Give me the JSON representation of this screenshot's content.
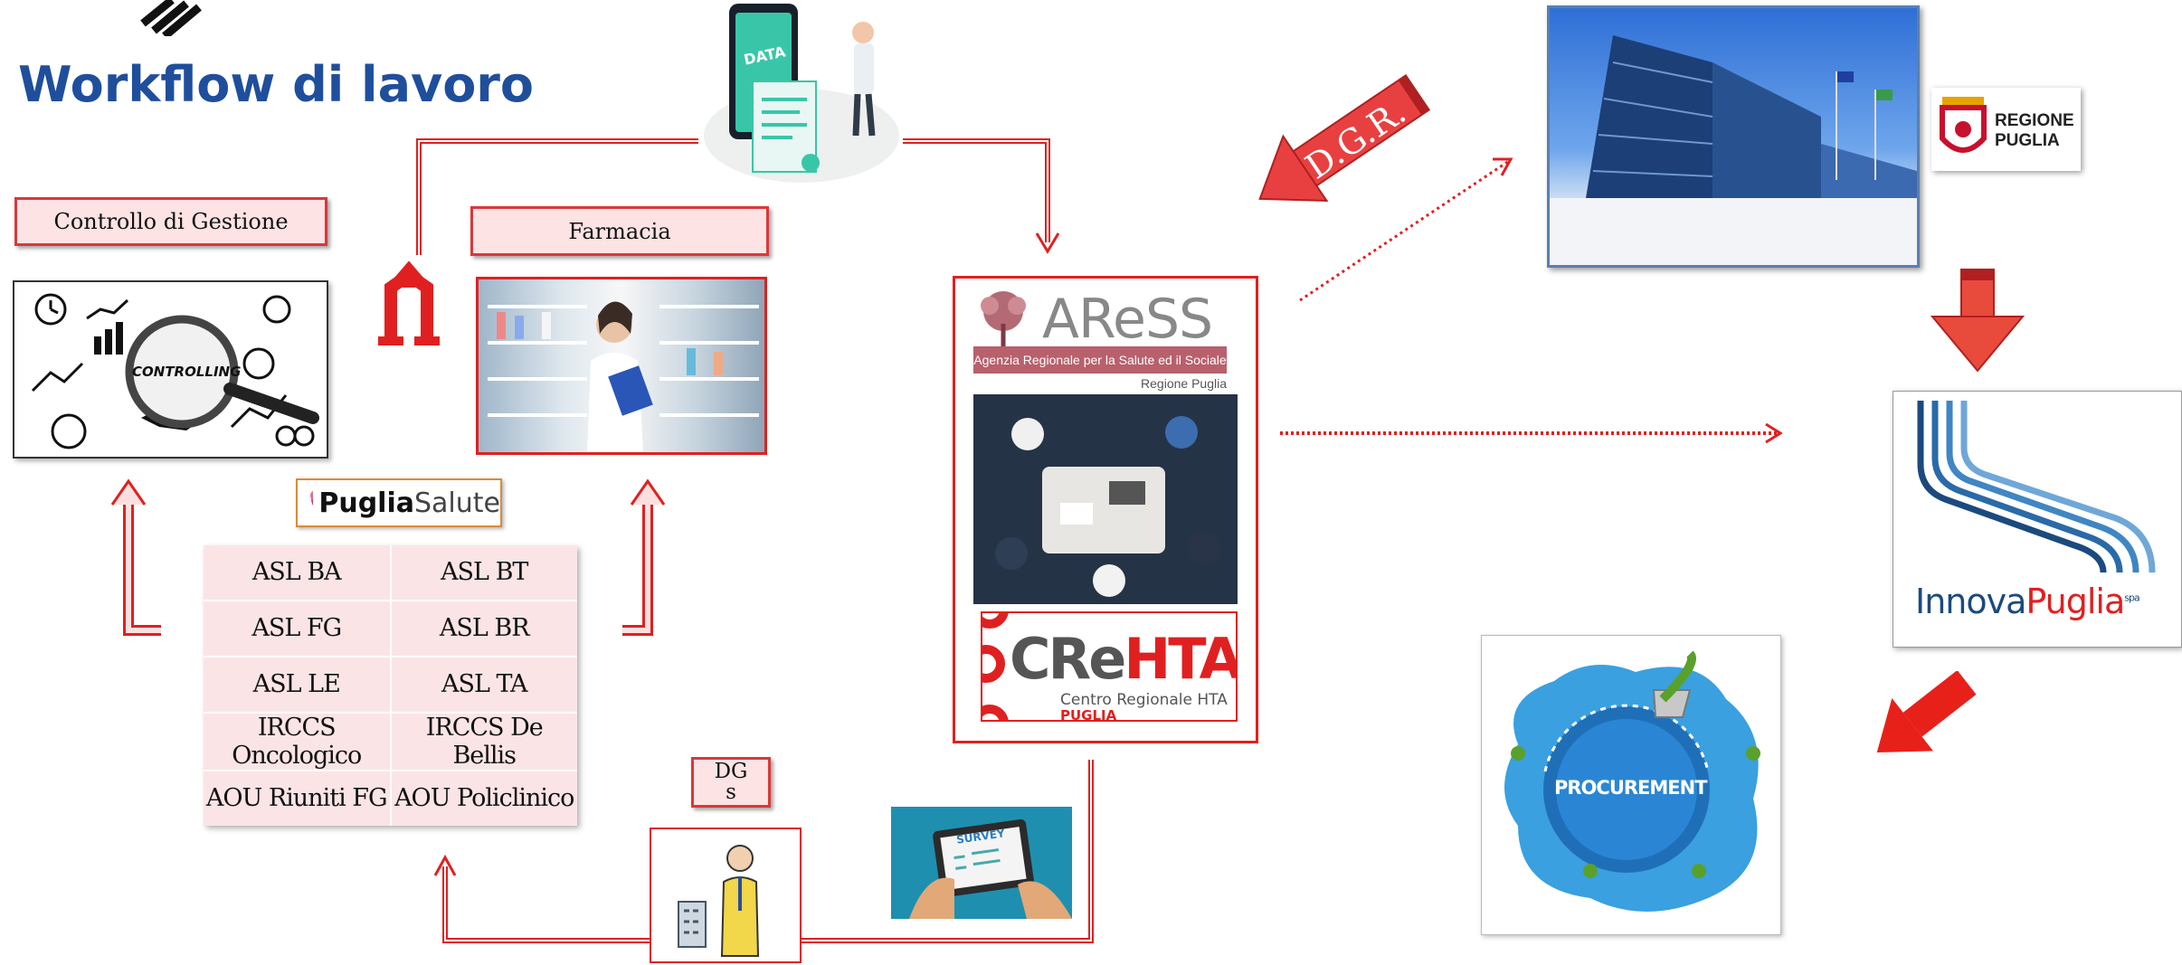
{
  "title": "Workflow di lavoro",
  "labels": {
    "controllo": "Controllo di Gestione",
    "farmacia": "Farmacia",
    "dgs": "DG s"
  },
  "images": {
    "data_tag": "DATA",
    "controlling": "CONTROLLING",
    "survey": "SURVEY"
  },
  "pugliasalute": {
    "bold": "Puglia",
    "light": "Salute"
  },
  "asl_grid": [
    [
      "ASL BA",
      "ASL BT"
    ],
    [
      "ASL FG",
      "ASL BR"
    ],
    [
      "ASL LE",
      "ASL TA"
    ],
    [
      "IRCCS Oncologico",
      "IRCCS De Bellis"
    ],
    [
      "AOU Riuniti FG",
      "AOU Policlinico"
    ]
  ],
  "aress": {
    "name": "AReSS",
    "subtitle": "Agenzia Regionale per la Salute ed il Sociale",
    "region": "Regione Puglia"
  },
  "crehta": {
    "c": "C",
    "re": "Re",
    "hta": "HTA",
    "line1": "Centro Regionale HTA",
    "line2": "PUGLIA"
  },
  "dgr": "D.G.R.",
  "regione": {
    "line1": "REGIONE",
    "line2": "PUGLIA"
  },
  "innova": {
    "a": "Innova",
    "b": "Puglia",
    "spa": "spa"
  },
  "procurement": "PROCUREMENT",
  "colors": {
    "title": "#1f4e9c",
    "arrow": "#e02020",
    "label_bg": "#fde3e3"
  }
}
